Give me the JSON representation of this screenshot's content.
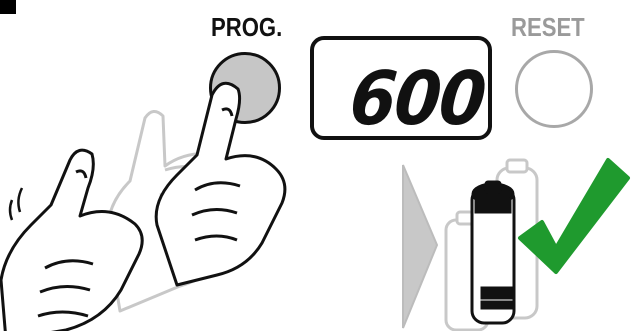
{
  "panel": {
    "prog_label": "PROG.",
    "reset_label": "RESET",
    "display_value": "600"
  },
  "colors": {
    "prog_button_fill": "#c6c6c6",
    "reset_outline": "#a8a8a8",
    "checkmark": "#1f9a2e"
  },
  "icons": [
    "hand-press-sequence-icon",
    "arrow-right-icon",
    "batteries-icon",
    "checkmark-icon"
  ]
}
